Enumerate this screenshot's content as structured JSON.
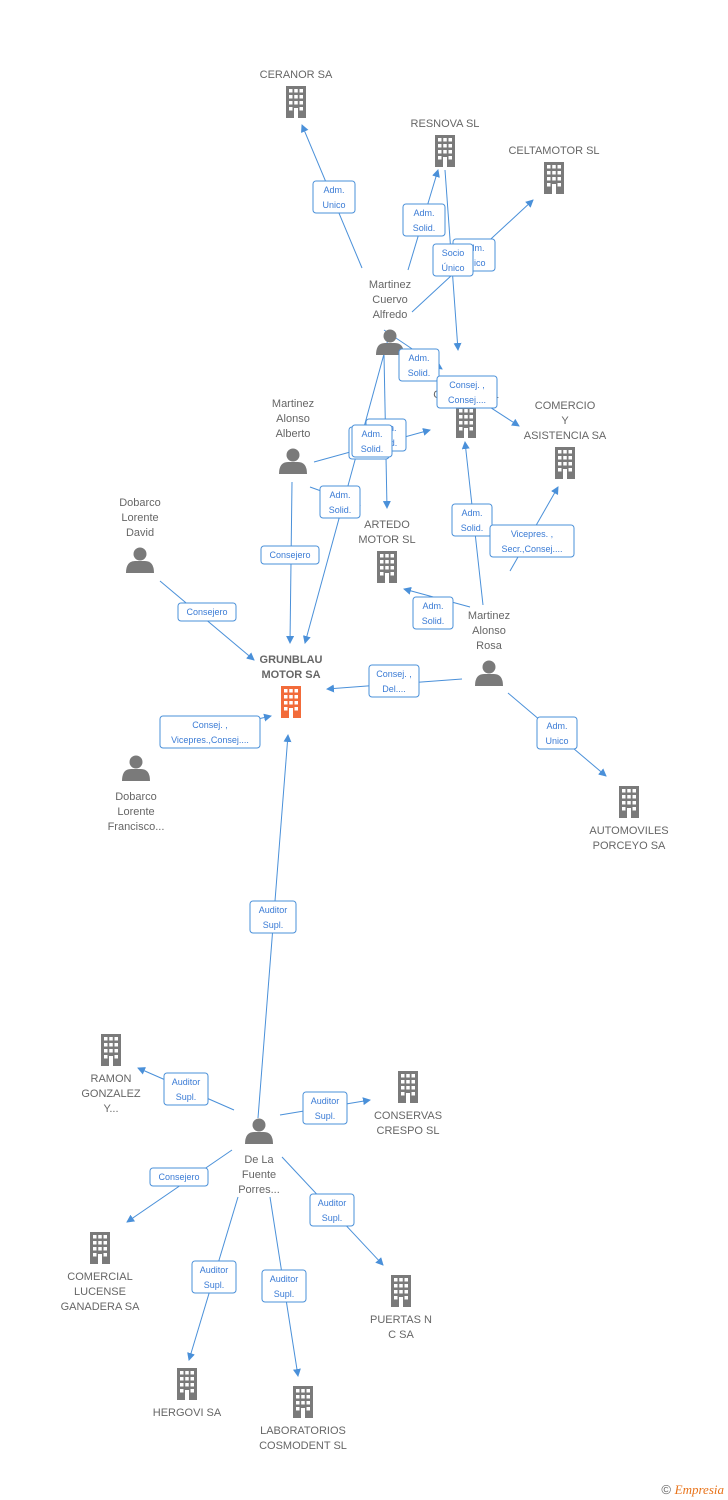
{
  "colors": {
    "edge": "#4a90d9",
    "node": "#7a7a7a",
    "main_node": "#f26b3a",
    "label": "#666666"
  },
  "nodes": [
    {
      "id": "ceranor",
      "type": "company",
      "label": [
        "CERANOR SA"
      ]
    },
    {
      "id": "resnova",
      "type": "company",
      "label": [
        "RESNOVA SL"
      ]
    },
    {
      "id": "celtamotor",
      "type": "company",
      "label": [
        "CELTAMOTOR SL"
      ]
    },
    {
      "id": "mcuervo",
      "type": "person",
      "label": [
        "Martinez",
        "Cuervo",
        "Alfredo"
      ]
    },
    {
      "id": "triocar",
      "type": "company",
      "label": [
        "TRIOCAR",
        "COMERCIAL"
      ]
    },
    {
      "id": "comercio",
      "type": "company",
      "label": [
        "COMERCIO",
        "Y",
        "ASISTENCIA SA"
      ]
    },
    {
      "id": "malberto",
      "type": "person",
      "label": [
        "Martinez",
        "Alonso",
        "Alberto"
      ]
    },
    {
      "id": "artedo",
      "type": "company",
      "label": [
        "ARTEDO",
        "MOTOR  SL"
      ]
    },
    {
      "id": "ddavid",
      "type": "person",
      "label": [
        "Dobarco",
        "Lorente",
        "David"
      ]
    },
    {
      "id": "mrosa",
      "type": "person",
      "label": [
        "Martinez",
        "Alonso",
        "Rosa"
      ]
    },
    {
      "id": "grunblau",
      "type": "main",
      "label": [
        "GRUNBLAU",
        "MOTOR SA"
      ]
    },
    {
      "id": "dfrancisco",
      "type": "person",
      "label": [
        "Dobarco",
        "Lorente",
        "Francisco..."
      ]
    },
    {
      "id": "automoviles",
      "type": "company",
      "label": [
        "AUTOMOVILES",
        "PORCEYO SA"
      ]
    },
    {
      "id": "ramon",
      "type": "company",
      "label": [
        "RAMON",
        "GONZALEZ",
        "Y..."
      ]
    },
    {
      "id": "conservas",
      "type": "company",
      "label": [
        "CONSERVAS",
        "CRESPO SL"
      ]
    },
    {
      "id": "delafuente",
      "type": "person",
      "label": [
        "De La",
        "Fuente",
        "Porres..."
      ]
    },
    {
      "id": "lucense",
      "type": "company",
      "label": [
        "COMERCIAL",
        "LUCENSE",
        "GANADERA SA"
      ]
    },
    {
      "id": "puertas",
      "type": "company",
      "label": [
        "PUERTAS N",
        "C SA"
      ]
    },
    {
      "id": "hergovi",
      "type": "company",
      "label": [
        "HERGOVI SA"
      ]
    },
    {
      "id": "cosmodent",
      "type": "company",
      "label": [
        "LABORATORIOS",
        "COSMODENT SL"
      ]
    }
  ],
  "edges": [
    {
      "from": "mcuervo",
      "to": "ceranor",
      "label": [
        "Adm.",
        "Unico"
      ]
    },
    {
      "from": "mcuervo",
      "to": "resnova",
      "label": [
        "Adm.",
        "Solid."
      ]
    },
    {
      "from": "mcuervo",
      "to": "celtamotor",
      "label": [
        "Adm.",
        "Unico"
      ]
    },
    {
      "from": "resnova",
      "to": "triocar",
      "label": [
        "Socio",
        "Único"
      ]
    },
    {
      "from": "mcuervo",
      "to": "triocar",
      "label": [
        "Adm.",
        "Solid."
      ]
    },
    {
      "from": "mcuervo",
      "to": "comercio",
      "label": [
        "Consej. ,",
        "Consej...."
      ]
    },
    {
      "from": "mcuervo",
      "to": "artedo",
      "label": [
        "Adm.",
        "Solid."
      ]
    },
    {
      "from": "mcuervo",
      "to": "grunblau",
      "label": [
        "Adm.",
        "Solid."
      ]
    },
    {
      "from": "malberto",
      "to": "triocar",
      "label": [
        "Adm.",
        "Solid."
      ]
    },
    {
      "from": "malberto",
      "to": "artedo",
      "label": [
        "Adm.",
        "Solid."
      ]
    },
    {
      "from": "malberto",
      "to": "grunblau",
      "label": [
        "Consejero"
      ]
    },
    {
      "from": "ddavid",
      "to": "grunblau",
      "label": [
        "Consejero"
      ]
    },
    {
      "from": "mrosa",
      "to": "triocar",
      "label": [
        "Adm.",
        "Solid."
      ]
    },
    {
      "from": "mrosa",
      "to": "comercio",
      "label": [
        "Vicepres. ,",
        "Secr.,Consej...."
      ]
    },
    {
      "from": "mrosa",
      "to": "artedo",
      "label": [
        "Adm.",
        "Solid."
      ]
    },
    {
      "from": "mrosa",
      "to": "grunblau",
      "label": [
        "Consej. ,",
        "Del...."
      ]
    },
    {
      "from": "mrosa",
      "to": "automoviles",
      "label": [
        "Adm.",
        "Unico"
      ]
    },
    {
      "from": "dfrancisco",
      "to": "grunblau",
      "label": [
        "Consej. ,",
        "Vicepres.,Consej...."
      ]
    },
    {
      "from": "delafuente",
      "to": "grunblau",
      "label": [
        "Auditor",
        "Supl."
      ]
    },
    {
      "from": "delafuente",
      "to": "ramon",
      "label": [
        "Auditor",
        "Supl."
      ]
    },
    {
      "from": "delafuente",
      "to": "conservas",
      "label": [
        "Auditor",
        "Supl."
      ]
    },
    {
      "from": "delafuente",
      "to": "lucense",
      "label": [
        "Consejero"
      ]
    },
    {
      "from": "delafuente",
      "to": "puertas",
      "label": [
        "Auditor",
        "Supl."
      ]
    },
    {
      "from": "delafuente",
      "to": "hergovi",
      "label": [
        "Auditor",
        "Supl."
      ]
    },
    {
      "from": "delafuente",
      "to": "cosmodent",
      "label": [
        "Auditor",
        "Supl."
      ]
    }
  ],
  "footer": {
    "copyright": "©",
    "brand": "Empresia"
  }
}
